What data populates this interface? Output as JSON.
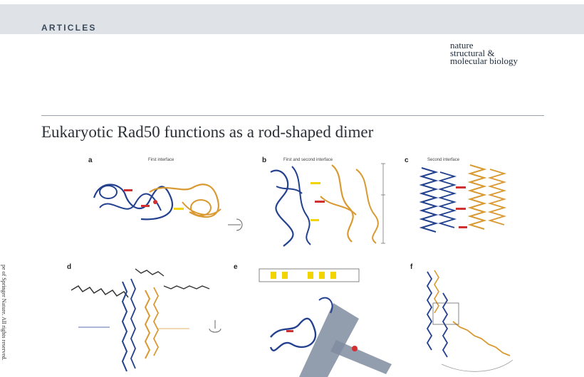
{
  "header": {
    "section_label": "ARTICLES",
    "journal_logo": [
      "nature",
      "structural &",
      "molecular biology"
    ]
  },
  "article": {
    "title": "Eukaryotic Rad50 functions as a rod-shaped dimer"
  },
  "side_text": "pe of Springer Nature. All rights reserved.",
  "figure": {
    "panels": [
      {
        "letter": "a",
        "title": "First interface"
      },
      {
        "letter": "b",
        "title": "First and second interface"
      },
      {
        "letter": "c",
        "title": "Second interface"
      },
      {
        "letter": "d",
        "title": ""
      },
      {
        "letter": "e",
        "title": ""
      },
      {
        "letter": "f",
        "title": ""
      }
    ]
  },
  "colors": {
    "chain_blue": "#23418f",
    "chain_orange": "#d99a32",
    "highlight_red": "#d23030",
    "highlight_yellow": "#f2d400",
    "grey_domain": "#7f8c9f"
  }
}
